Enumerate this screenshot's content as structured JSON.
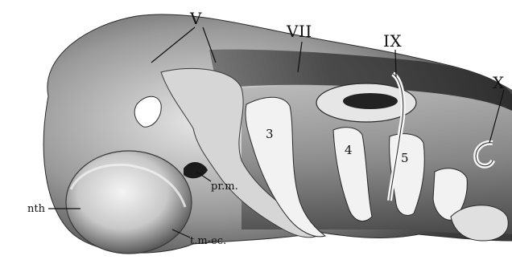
{
  "figure": {
    "labels": {
      "nerve_v": "V",
      "nerve_vii": "VII",
      "nerve_ix": "IX",
      "nerve_x": "X",
      "arch_3": "3",
      "arch_4": "4",
      "arch_5": "5",
      "nth": "nth",
      "prm": "pr.m.",
      "tmec": "t.m-ec."
    },
    "colors": {
      "background": "#ffffff",
      "ink": "#111111",
      "shade_dark": "#2a2a2a",
      "shade_mid": "#7a7a7a",
      "shade_light": "#d0d0d0"
    }
  }
}
